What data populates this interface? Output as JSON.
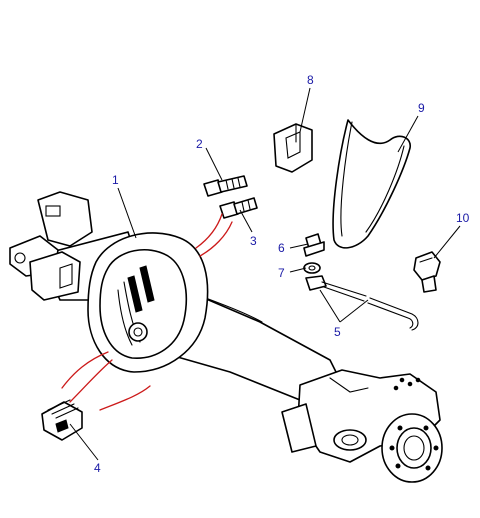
{
  "diagram": {
    "callouts": [
      {
        "id": "1",
        "label": "1"
      },
      {
        "id": "2",
        "label": "2"
      },
      {
        "id": "3",
        "label": "3"
      },
      {
        "id": "4",
        "label": "4"
      },
      {
        "id": "5",
        "label": "5"
      },
      {
        "id": "6",
        "label": "6"
      },
      {
        "id": "7",
        "label": "7"
      },
      {
        "id": "8",
        "label": "8"
      },
      {
        "id": "9",
        "label": "9"
      },
      {
        "id": "10",
        "label": "10"
      }
    ],
    "colors": {
      "callout_text": "#1a1aa6",
      "motion_lines": "#cc1a1a",
      "line_art": "#000000",
      "background": "#ffffff"
    }
  }
}
